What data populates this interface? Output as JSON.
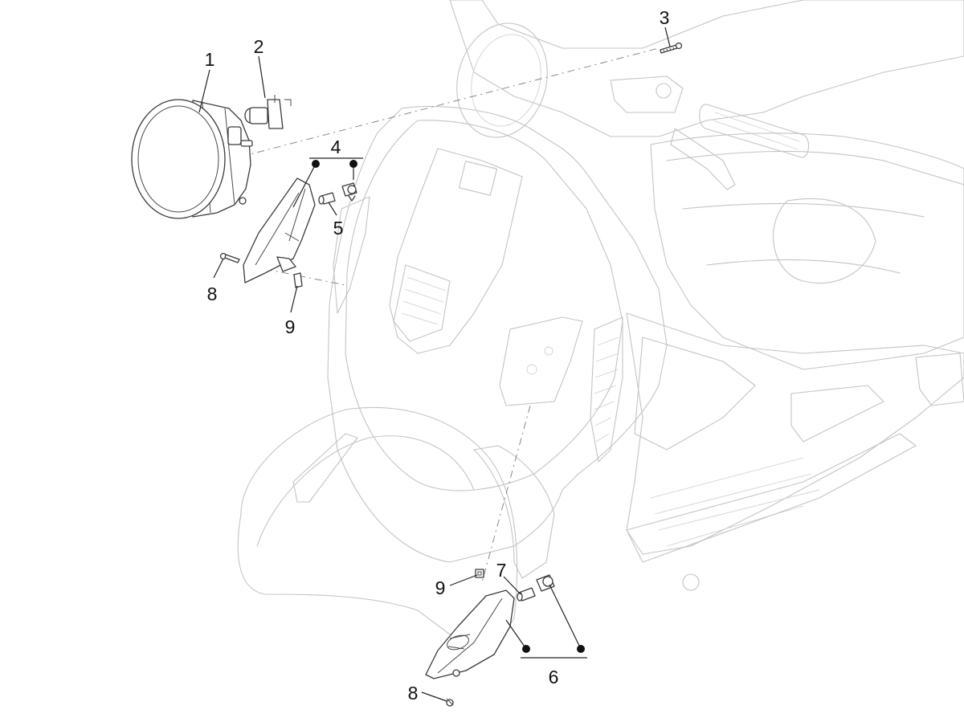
{
  "callouts": {
    "c1": "1",
    "c2": "2",
    "c3": "3",
    "c4": "4",
    "c5": "5",
    "c8a": "8",
    "c9a": "9",
    "c9b": "9",
    "c7": "7",
    "c6": "6",
    "c8b": "8"
  },
  "colors": {
    "line": "#3a3a3a",
    "ghost": "#c4c4c4",
    "text": "#111111"
  }
}
